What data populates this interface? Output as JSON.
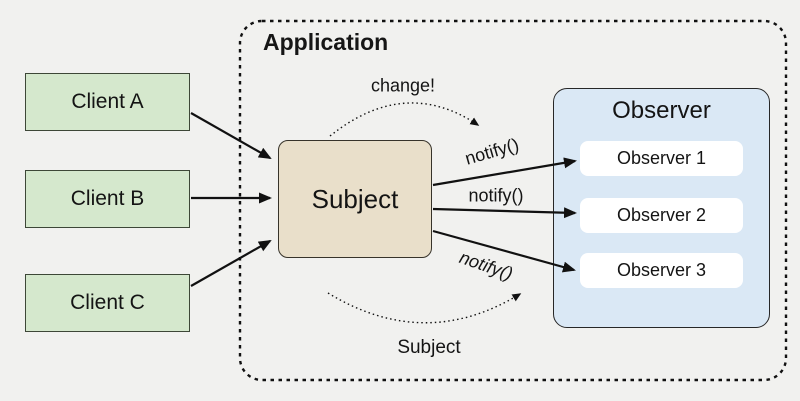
{
  "application": {
    "title": "Application"
  },
  "clients": [
    {
      "label": "Client A"
    },
    {
      "label": "Client B"
    },
    {
      "label": "Client C"
    }
  ],
  "subject_box": {
    "label": "Subject"
  },
  "observer_panel": {
    "title": "Observer",
    "items": [
      {
        "label": "Observer 1"
      },
      {
        "label": "Observer 2"
      },
      {
        "label": "Observer 3"
      }
    ]
  },
  "annotations": {
    "change_label": "change!",
    "notify_label_1": "notify()",
    "notify_label_2": "notify()",
    "notify_label_3": "notify()",
    "subject_flow_label": "Subject"
  },
  "colors": {
    "background": "#f1f1ef",
    "client_fill": "#d5e8cd",
    "client_border": "#3d4737",
    "subject_fill": "#e9dfca",
    "subject_border": "#37332a",
    "observer_fill": "#dae8f5",
    "observer_border": "#272727",
    "observer_item_fill": "#ffffff",
    "line": "#111111"
  }
}
